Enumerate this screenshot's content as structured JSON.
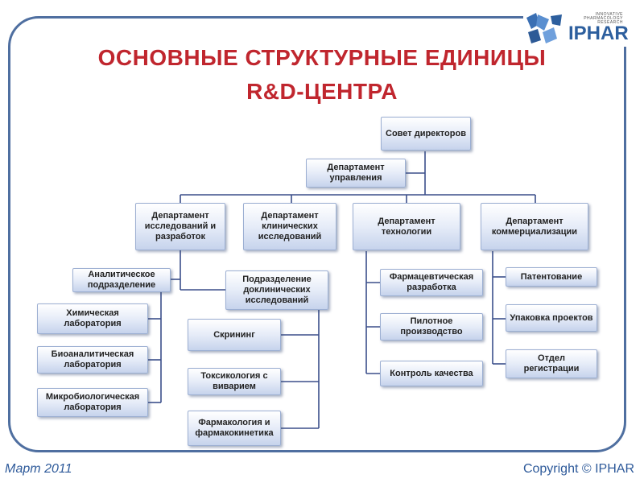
{
  "title": {
    "line1": "ОСНОВНЫЕ СТРУКТУРНЫЕ ЕДИНИЦЫ",
    "line2": "R&D-ЦЕНТРА"
  },
  "logo": {
    "name": "IPHAR",
    "tagline": "INNOVATIVE PHARMACOLOGY RESEARCH"
  },
  "org": {
    "board": "Совет директоров",
    "management": "Департамент управления",
    "departments": {
      "rnd": "Департамент исследований и разработок",
      "clinical": "Департамент клинических исследований",
      "technology": "Департамент технологии",
      "commercial": "Департамент коммерциализации"
    },
    "rnd_units": {
      "analytical": "Аналитическое подразделение",
      "preclinical": "Подразделение доклинических исследований"
    },
    "analytical_labs": [
      "Химическая лаборатория",
      "Биоаналитическая лаборатория",
      "Микробиологическая лаборатория"
    ],
    "preclinical_units": [
      "Скрининг",
      "Токсикология с виварием",
      "Фармакология и фармакокинетика"
    ],
    "technology_units": [
      "Фармацевтическая разработка",
      "Пилотное производство",
      "Контроль качества"
    ],
    "commercial_units": [
      "Патентование",
      "Упаковка проектов",
      "Отдел регистрации"
    ]
  },
  "footer": {
    "date": "Март 2011",
    "copyright": "Copyright © IPHAR"
  },
  "colors": {
    "title": "#c0262e",
    "frame": "#4f6fa0",
    "box_border": "#9cafd2",
    "connector": "#3b4f8a",
    "footer": "#2e5a9a"
  }
}
